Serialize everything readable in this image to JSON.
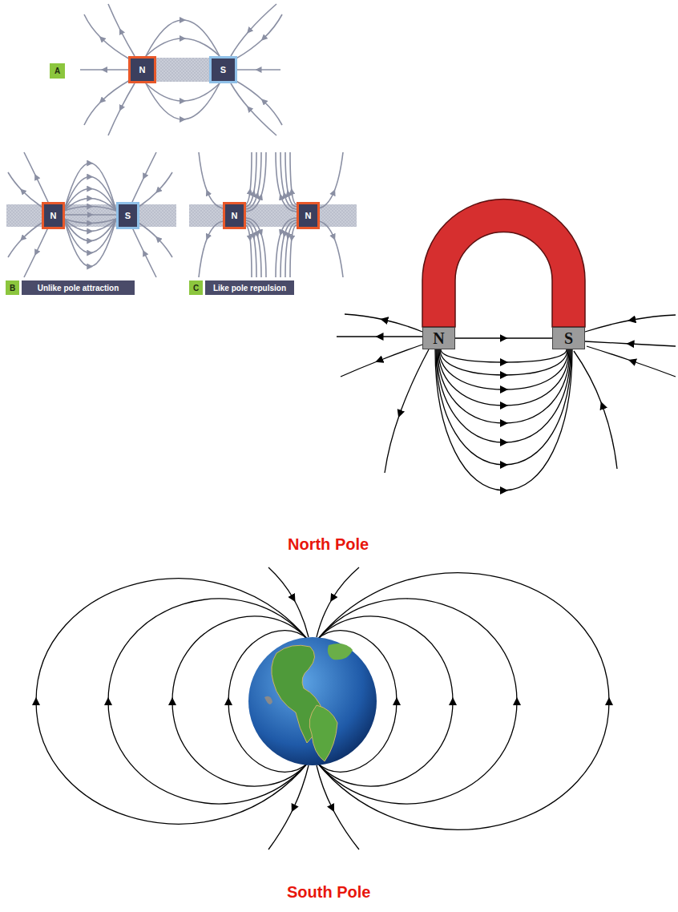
{
  "diagram": {
    "nodes": [
      {
        "text": [
          "A"
        ]
      },
      {
        "text": [
          "N"
        ]
      },
      {
        "text": [
          "S"
        ]
      },
      {
        "text": [
          "N"
        ]
      },
      {
        "text": [
          "S"
        ]
      },
      {
        "text": [
          "N"
        ]
      },
      {
        "text": [
          "N"
        ]
      },
      {
        "text": [
          "B"
        ]
      },
      {
        "text": [
          "Unlike pole attraction"
        ]
      },
      {
        "text": [
          "C"
        ]
      },
      {
        "text": [
          "Like pole repulsion"
        ]
      },
      {
        "text": [
          "N"
        ]
      },
      {
        "text": [
          "S"
        ]
      }
    ],
    "labels": [
      "North Pole",
      "South Pole"
    ]
  }
}
